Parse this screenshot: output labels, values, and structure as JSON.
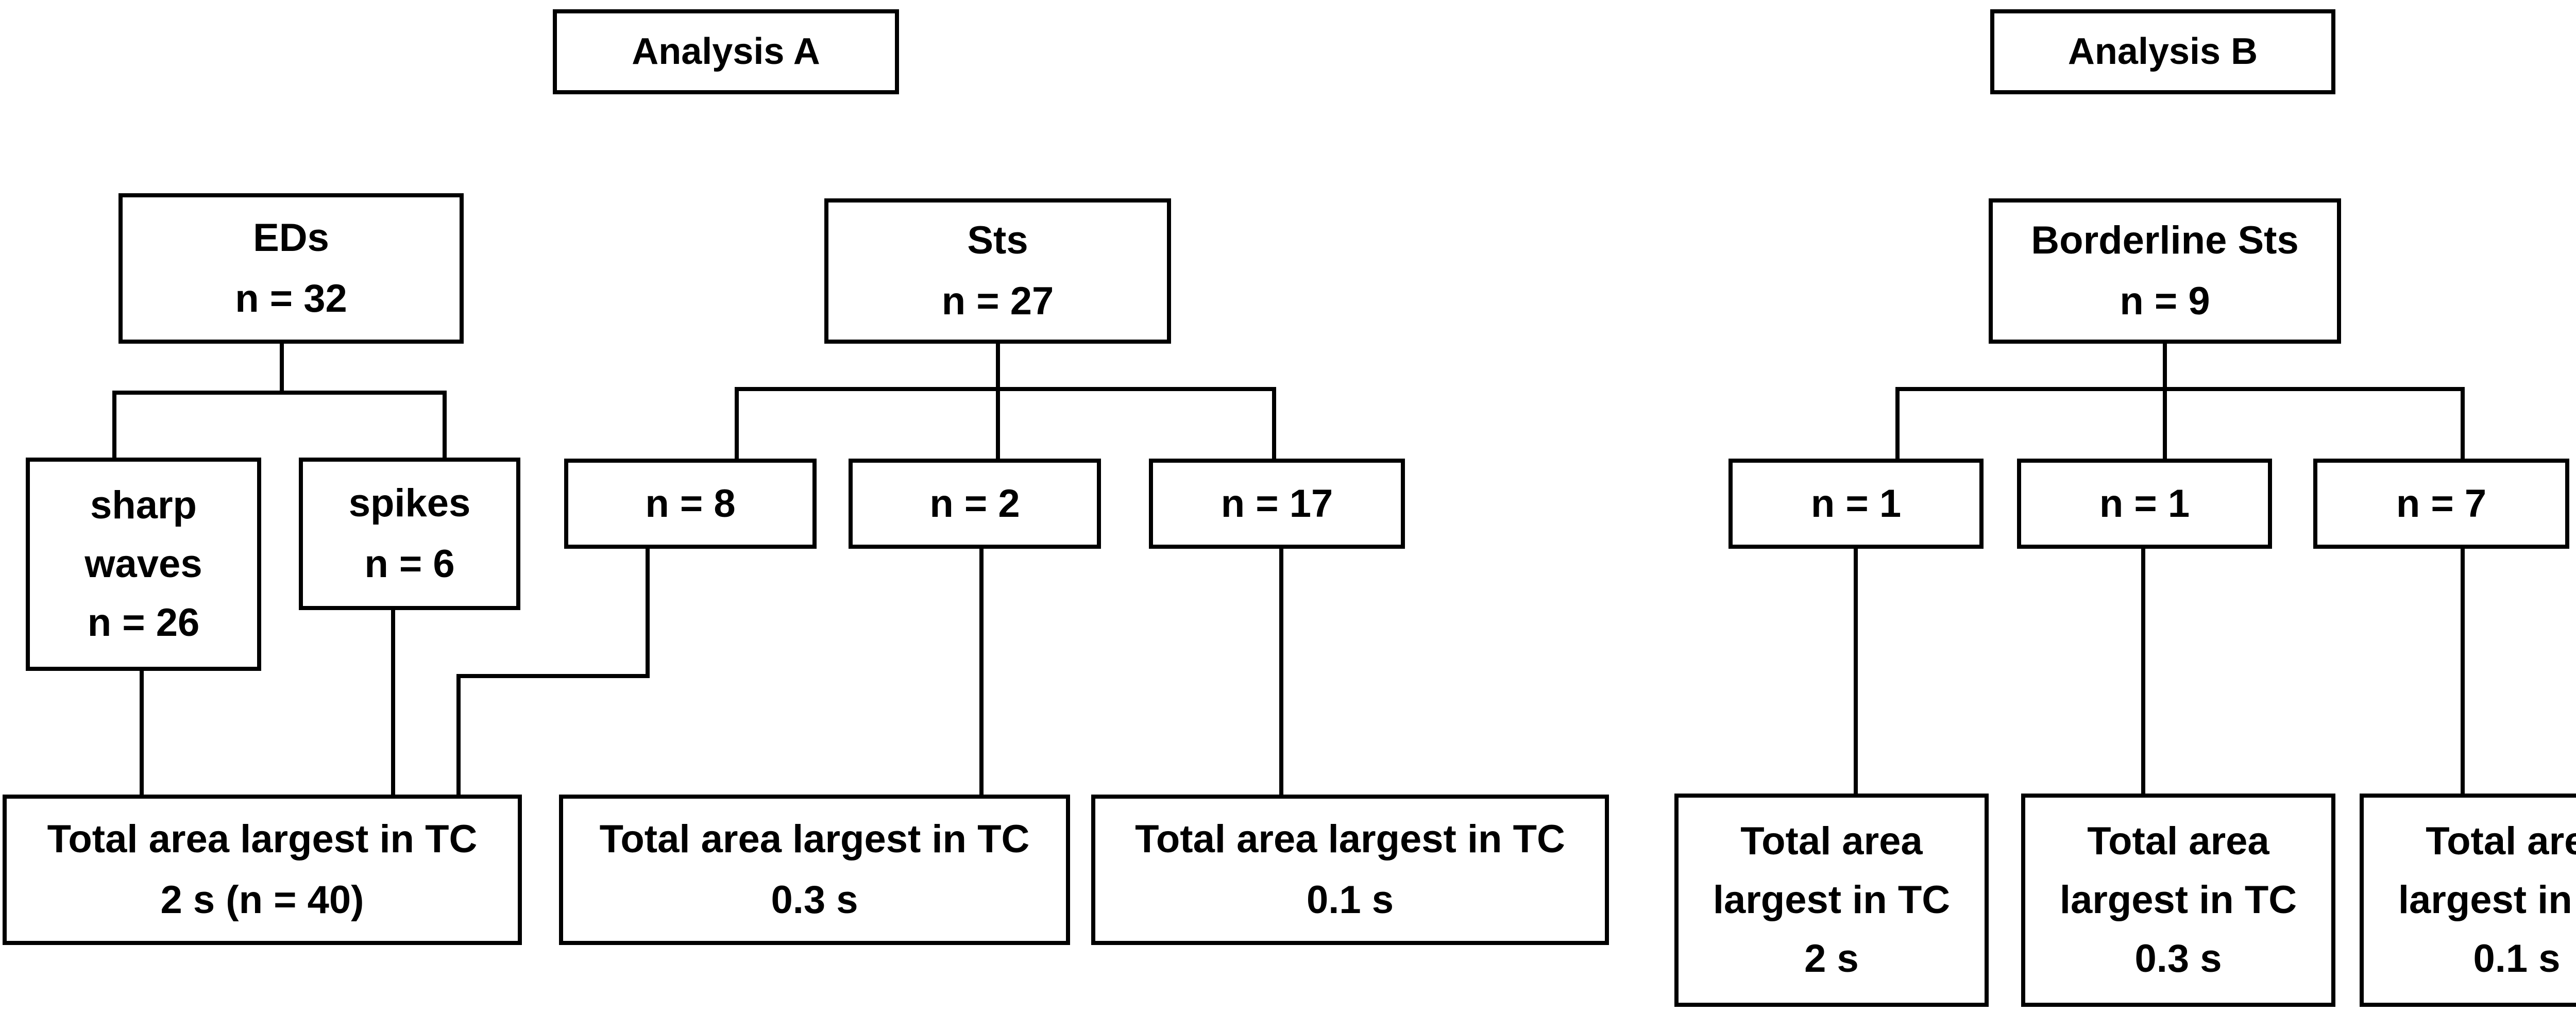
{
  "analysis_a": {
    "title": "Analysis A",
    "eds": {
      "label": "EDs",
      "count": "n = 32"
    },
    "sts": {
      "label": "Sts",
      "count": "n = 27"
    },
    "sharp_waves": {
      "line1": "sharp",
      "line2": "waves",
      "count": "n = 26"
    },
    "spikes": {
      "label": "spikes",
      "count": "n = 6"
    },
    "sts_groups": [
      "n = 8",
      "n = 2",
      "n = 17"
    ],
    "results": [
      {
        "line1": "Total area largest in TC",
        "line2": "2 s (n = 40)"
      },
      {
        "line1": "Total area largest in TC",
        "line2": "0.3 s"
      },
      {
        "line1": "Total area largest in TC",
        "line2": "0.1 s"
      }
    ]
  },
  "analysis_b": {
    "title": "Analysis B",
    "borderline": {
      "label": "Borderline Sts",
      "count": "n = 9"
    },
    "groups": [
      "n = 1",
      "n = 1",
      "n = 7"
    ],
    "results": [
      {
        "line1": "Total area",
        "line2": "largest in TC",
        "line3": "2 s"
      },
      {
        "line1": "Total area",
        "line2": "largest in TC",
        "line3": "0.3 s"
      },
      {
        "line1": "Total area",
        "line2": "largest in TC",
        "line3": "0.1 s"
      }
    ]
  }
}
